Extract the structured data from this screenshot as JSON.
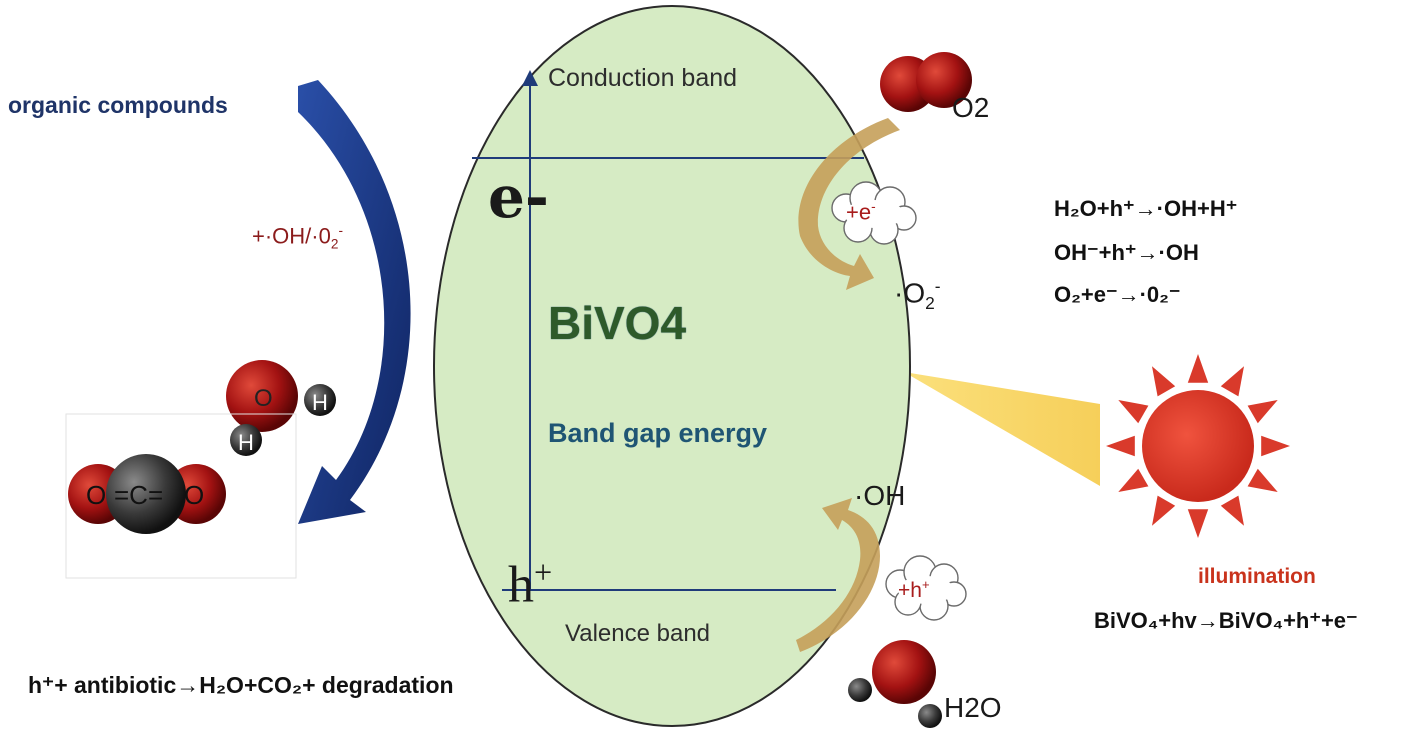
{
  "labels": {
    "organic_compounds": "organic compounds",
    "radicals": "+·OH/·0",
    "radicals_sub": "2",
    "radicals_sup": "-",
    "conduction_band": "Conduction band",
    "valence_band": "Valence band",
    "electron": "e-",
    "hole": "h",
    "hole_sup": "+",
    "material": "BiVO4",
    "band_gap": "Band gap energy",
    "electron_cloud": "+e",
    "electron_cloud_sup": "-",
    "hole_cloud": "+h",
    "hole_cloud_sup": "+",
    "oxygen_molecule": "O2",
    "superoxide": "·O",
    "superoxide_sub": "2",
    "superoxide_sup": "-",
    "hydroxyl": "·OH",
    "water_molecule": "H2O",
    "illumination": "illumination"
  },
  "equations": {
    "eq1": "H₂O+h⁺→·OH+H⁺",
    "eq2": "OH⁻+h⁺→·OH",
    "eq3": "O₂+e⁻→·0₂⁻",
    "illumination_eq": "BiVO₄+hv→BiVO₄+h⁺+e⁻",
    "degradation": "h⁺+ antibiotic→H₂O+CO₂+ degradation"
  },
  "molecules": {
    "water_atoms": [
      "O",
      "H",
      "H"
    ],
    "co2_atoms": [
      "O",
      "=C=",
      "O"
    ]
  },
  "colors": {
    "ellipse_fill": "#d6ebc4",
    "band_line": "#1f3b7a",
    "arrow_blue": "#1d3d8c",
    "arrow_gold": "#c5a05a",
    "sun": "#d93a2b",
    "light_beam": "#f8d66a",
    "oxygen_atom": "#a31212",
    "carbon_atom": "#3a3a3a"
  }
}
